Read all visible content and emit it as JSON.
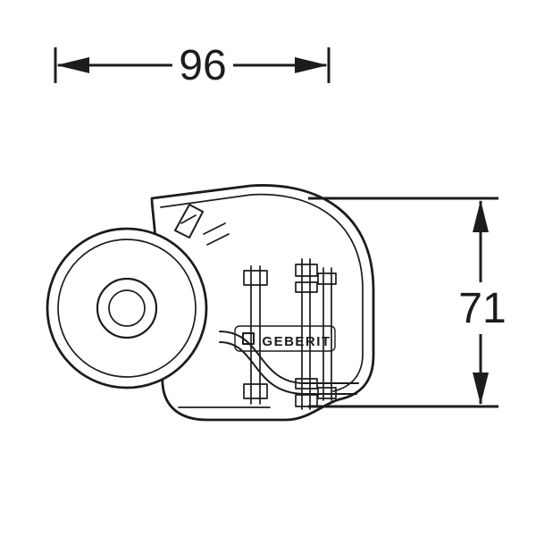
{
  "page": {
    "background_color": "#ffffff"
  },
  "drawing": {
    "line_color": "#1c1c1c",
    "width_dim": "96",
    "height_dim": "71",
    "brand_label": "GEBERIT"
  }
}
